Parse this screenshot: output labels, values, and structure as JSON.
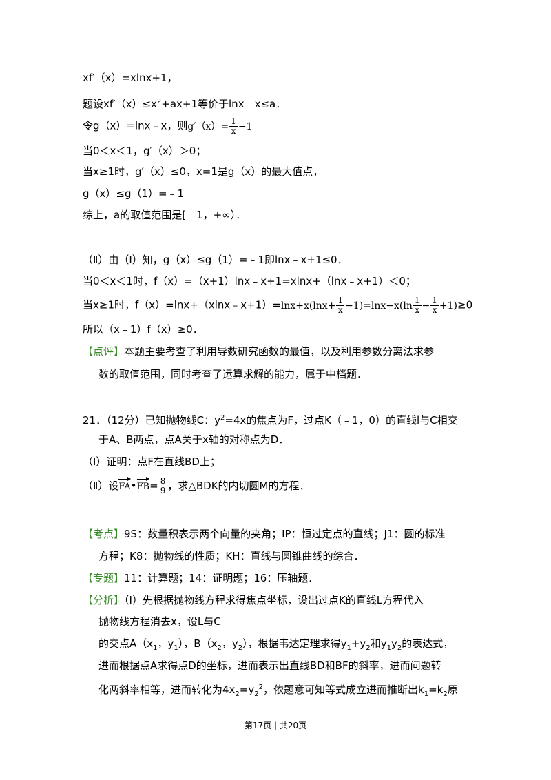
{
  "solution": {
    "l1": "xf′（x）=xlnx+1，",
    "l2_pre": "题设xf′（x）≤x",
    "l2_sup": "2",
    "l2_post": "+ax+1等价于lnx﹣x≤a．",
    "l3_pre": "令g（x）=lnx﹣x，则",
    "l3_formula_pre": "g′（x）=",
    "l3_frac_num": "1",
    "l3_frac_den": "x",
    "l3_formula_post": "−1",
    "l4": "当0＜x＜1，g′（x）＞0；",
    "l5": "当x≥1时，g′（x）≤0，x=1是g（x）的最大值点，",
    "l6": "g（x）≤g（1）=﹣1",
    "l7": "综上，a的取值范围是[﹣1，+∞）．",
    "l8": "（Ⅱ）由（Ⅰ）知，g（x）≤g（1）=﹣1即lnx﹣x+1≤0．",
    "l9": "当0＜x＜1时，f（x）=（x+1）lnx﹣x+1=xlnx+（lnx﹣x+1）＜0；",
    "l10_pre": "当x≥1时，f（x）=lnx+（xlnx﹣x+1）=",
    "l10_f1": "lnx+x(lnx+",
    "l10_frac1_num": "1",
    "l10_frac1_den": "x",
    "l10_f2": "−1)=lnx−x(ln",
    "l10_frac2_num": "1",
    "l10_frac2_den": "x",
    "l10_f3": "−",
    "l10_frac3_num": "1",
    "l10_frac3_den": "x",
    "l10_f4": "+1)",
    "l10_post": "≥0",
    "l11": "所以（x﹣1）f（x）≥0．",
    "review_tag": "【点评】",
    "review_text1": "本题主要考查了利用导数研究函数的最值，以及利用参数分离法求参",
    "review_text2": "数的取值范围，同时考查了运算求解的能力，属于中档题．"
  },
  "problem21": {
    "l1_pre": "21．（12分）已知抛物线C：y",
    "l1_sup": "2",
    "l1_post": "=4x的焦点为F，过点K（﹣1，0）的直线l与C相交",
    "l2": "于A、B两点，点A关于x轴的对称点为D．",
    "l3": "（Ⅰ）证明：点F在直线BD上；",
    "l4_pre": "（Ⅱ）设",
    "vec1": "FA",
    "dot": "•",
    "vec2": "FB",
    "eq": "=",
    "frac_num": "8",
    "frac_den": "9",
    "l4_post": "，求△BDK的内切圆M的方程．"
  },
  "analysis": {
    "kd_tag": "【考点】",
    "kd_text1": "9S：数量积表示两个向量的夹角；IP：恒过定点的直线；J1：圆的标准",
    "kd_text2": "方程；K8：抛物线的性质；KH：直线与圆锥曲线的综合．",
    "zt_tag": "【专题】",
    "zt_text": "11：计算题；14：证明题；16：压轴题．",
    "fx_tag": "【分析】",
    "fx_text1": "（Ⅰ）先根据抛物线方程求得焦点坐标，设出过点K的直线L方程代入",
    "fx_text2": "抛物线方程消去x，设L与C",
    "fx_l3_a": "的交点A（x",
    "fx_l3_s1": "1",
    "fx_l3_b": "，y",
    "fx_l3_s2": "1",
    "fx_l3_c": "），B（x",
    "fx_l3_s3": "2",
    "fx_l3_d": "，y",
    "fx_l3_s4": "2",
    "fx_l3_e": "），根据韦达定理求得y",
    "fx_l3_s5": "1",
    "fx_l3_f": "+y",
    "fx_l3_s6": "2",
    "fx_l3_g": "和y",
    "fx_l3_s7": "1",
    "fx_l3_h": "y",
    "fx_l3_s8": "2",
    "fx_l3_i": "的表达式，",
    "fx_text4": "进而根据点A求得点D的坐标，进而表示出直线BD和BF的斜率，进而问题转",
    "fx_l5_a": "化两斜率相等，进而转化为4x",
    "fx_l5_s1": "2",
    "fx_l5_b": "=y",
    "fx_l5_s2": "2",
    "fx_l5_sup": "2",
    "fx_l5_c": "，依题意可知等式成立进而推断出k",
    "fx_l5_s3": "1",
    "fx_l5_d": "=k",
    "fx_l5_s4": "2",
    "fx_l5_e": "原"
  },
  "footer": {
    "text": "第17页 | 共20页"
  }
}
